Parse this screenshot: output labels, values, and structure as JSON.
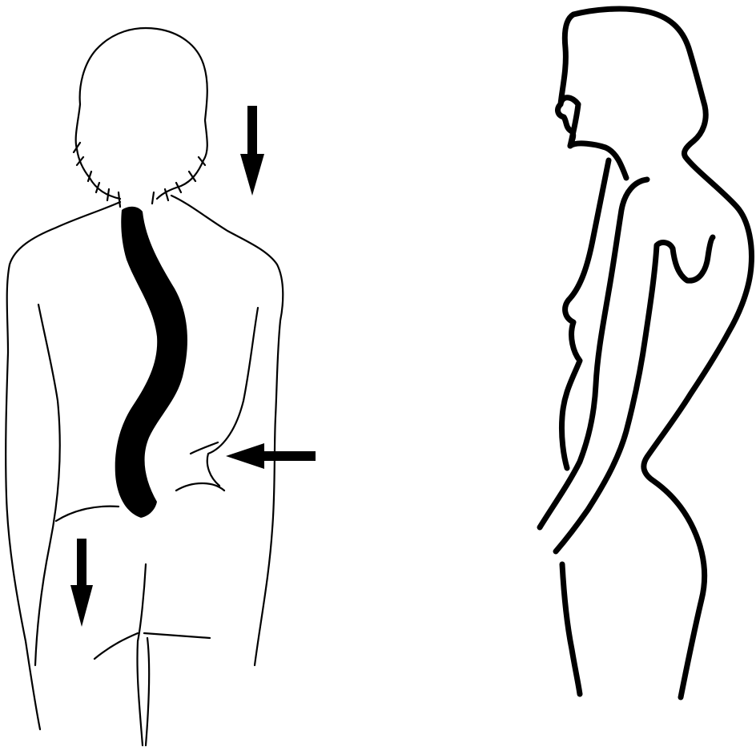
{
  "figure": {
    "views": [
      {
        "id": "back-view",
        "spine_curve": "scoliosis",
        "arrows": [
          "shoulder-down",
          "waist-inward",
          "hip-down"
        ]
      },
      {
        "id": "side-view"
      }
    ]
  },
  "colors": {
    "background": "#ffffff",
    "ink": "#000000"
  },
  "icons": {
    "shoulder_arrow": "arrow-down-icon",
    "waist_arrow": "arrow-left-icon",
    "hip_arrow": "arrow-down-icon"
  }
}
